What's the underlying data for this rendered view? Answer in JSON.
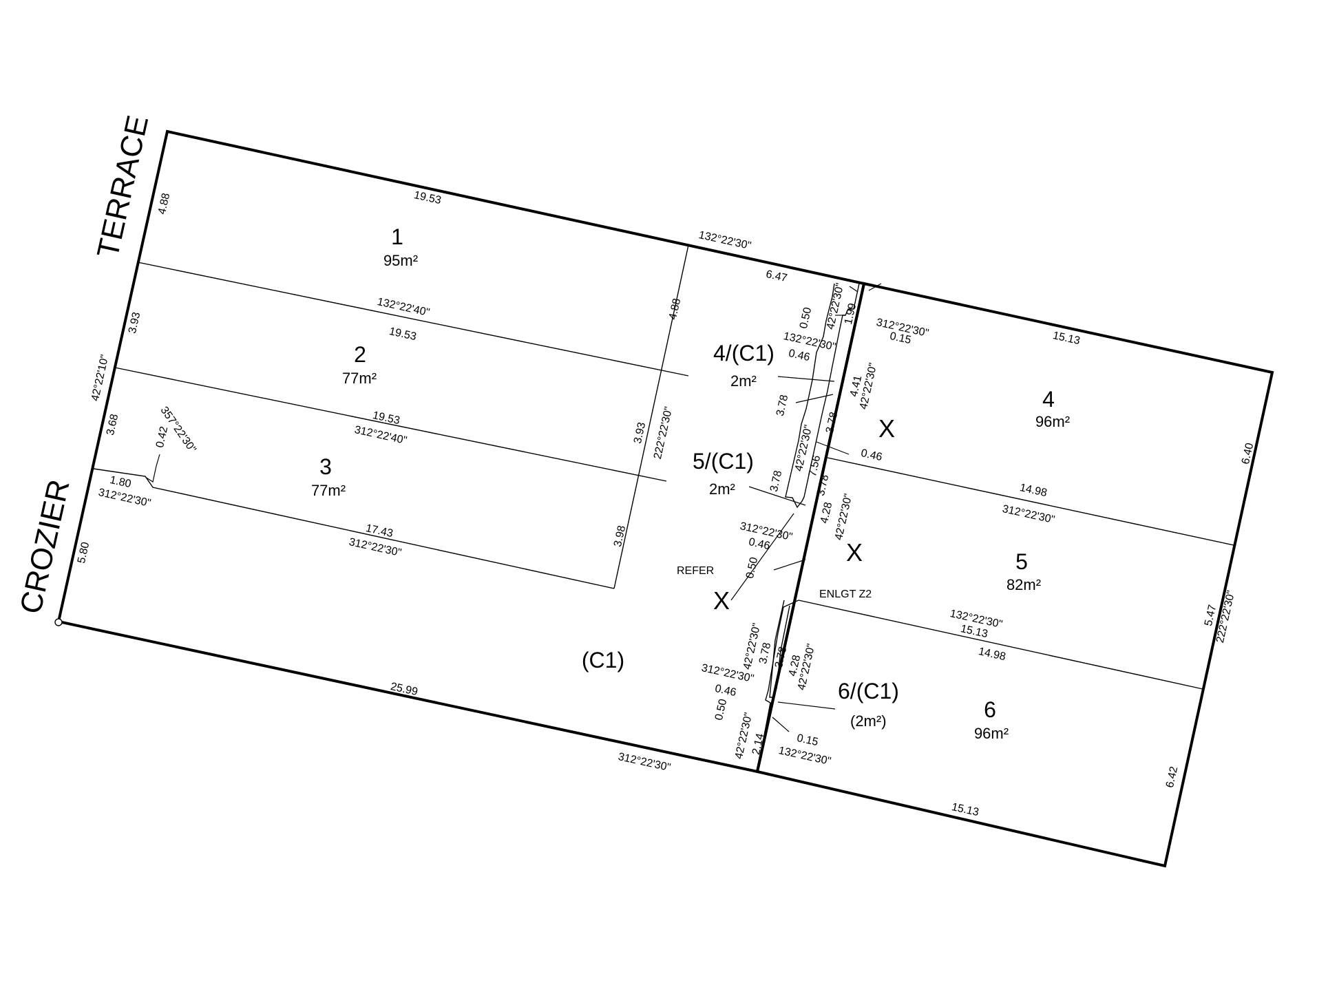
{
  "streets": {
    "terrace": "TERRACE",
    "crozier": "CROZIER"
  },
  "lots": [
    {
      "number": "1",
      "area": "95m²"
    },
    {
      "number": "2",
      "area": "77m²"
    },
    {
      "number": "3",
      "area": "77m²"
    },
    {
      "number": "4",
      "area": "96m²"
    },
    {
      "number": "5",
      "area": "82m²"
    },
    {
      "number": "6",
      "area": "96m²"
    }
  ],
  "common": {
    "label": "(C1)"
  },
  "sublots": [
    {
      "label": "4/(C1)",
      "area": "2m²"
    },
    {
      "label": "5/(C1)",
      "area": "2m²"
    },
    {
      "label": "6/(C1)",
      "area": "(2m²)"
    }
  ],
  "notes": {
    "refer": "REFER",
    "enlgt": "ENLGT Z2",
    "x_mark": "X"
  },
  "dims": {
    "top_left_side": "4.88",
    "top_19_53": "19.53",
    "top_bearing": "132°22'30\"",
    "l12_bearing": "132°22'40\"",
    "l12_len": "19.53",
    "left_3_93": "3.93",
    "left_bearing": "42°22'10\"",
    "left_3_68": "3.68",
    "l23_len": "19.53",
    "l23_bearing": "312°22'40\"",
    "corner_bearing": "357°22'30\"",
    "corner_len": "0.42",
    "l3_1_80": "1.80",
    "l3_bearing_a": "312°22'30\"",
    "l3_17_43": "17.43",
    "l3_bearing_b": "312°22'30\"",
    "left_5_80": "5.80",
    "bottom_25_99": "25.99",
    "bottom_bearing": "312°22'30\"",
    "mid_4_88": "4.88",
    "mid_3_93": "3.93",
    "mid_bearing": "222°22'30\"",
    "mid_3_98": "3.98",
    "top_6_47": "6.47",
    "n_0_50": "0.50",
    "n_bearing": "42°22'30\"",
    "n_1_99": "1.99",
    "n_312": "312°22'30\"",
    "n_0_15": "0.15",
    "n_132": "132°22'30\"",
    "n_0_46": "0.46",
    "right_top_15_13": "15.13",
    "s4_4_41": "4.41",
    "s4_bearing": "42°22'30\"",
    "s4_3_78a": "3.78",
    "s4_3_78b": "3.78",
    "s5_0_46": "0.46",
    "s5_bearing_a": "42°22'30\"",
    "s5_7_56": "7.56",
    "s5_3_78a": "3.78",
    "s5_3_78b": "3.78",
    "s5_4_28": "4.28",
    "s5_bearing_b": "42°22'30\"",
    "l45_14_98": "14.98",
    "l45_bearing": "312°22'30\"",
    "right_6_40": "6.40",
    "m_312": "312°22'30\"",
    "m_0_46": "0.46",
    "m_0_50": "0.50",
    "l56_bearing": "132°22'30\"",
    "l56_15_13": "15.13",
    "l56_14_98": "14.98",
    "right_5_47": "5.47",
    "right_bearing": "222°22'30\"",
    "s6_bearing_a": "42°22'30\"",
    "s6_3_78a": "3.78",
    "s6_3_78b": "3.78",
    "s6_4_28": "4.28",
    "s6_bearing_b": "42°22'30\"",
    "b_312": "312°22'30\"",
    "b_0_46": "0.46",
    "b_0_50": "0.50",
    "b_bearing": "42°22'30\"",
    "b_2_14": "2.14",
    "b_0_15": "0.15",
    "b_132": "132°22'30\"",
    "right_6_42": "6.42",
    "bottom_15_13": "15.13"
  }
}
